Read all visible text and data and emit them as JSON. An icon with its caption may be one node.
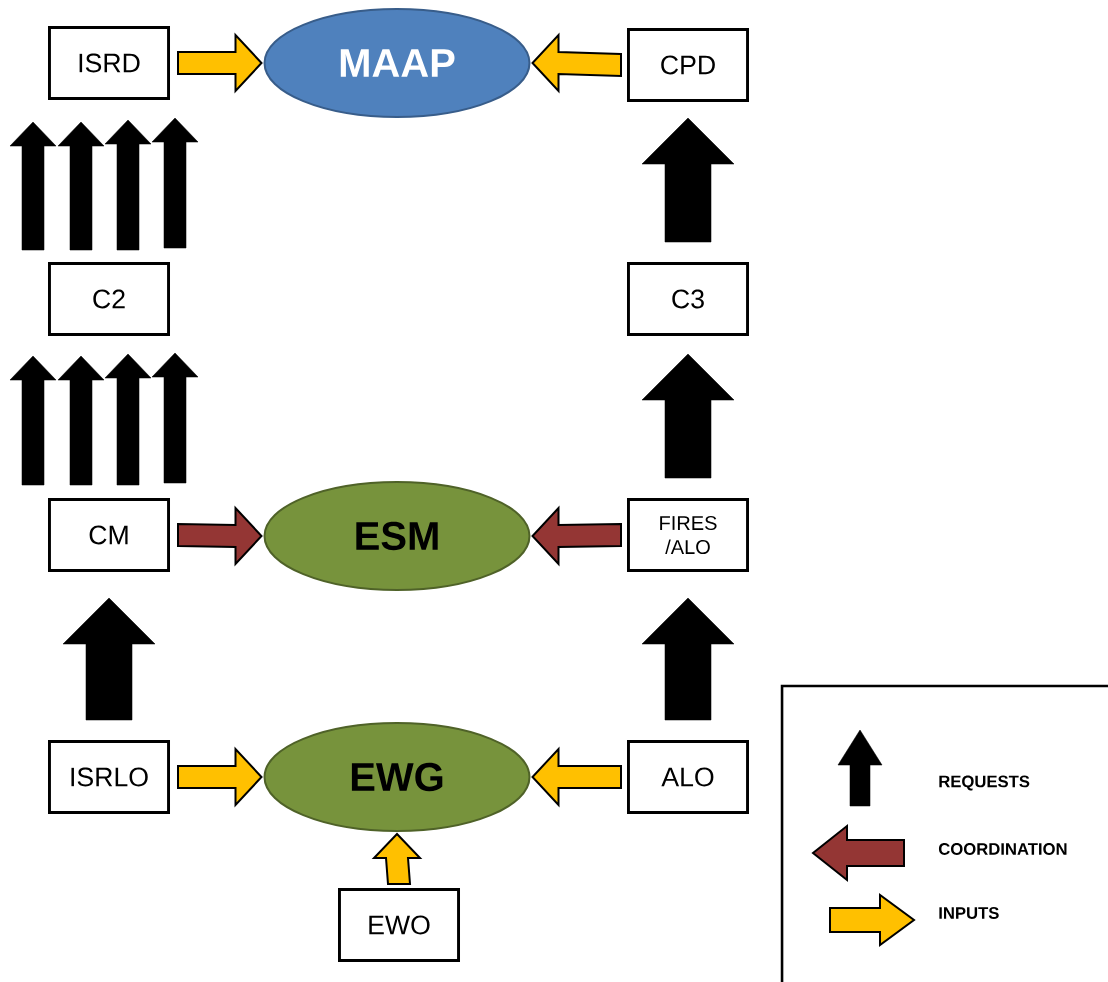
{
  "diagram": {
    "nodes": [
      {
        "text": [
          "ISRD"
        ]
      },
      {
        "text": [
          "MAAP"
        ]
      },
      {
        "text": [
          "CPD"
        ]
      },
      {
        "text": [
          "C2"
        ]
      },
      {
        "text": [
          "C3"
        ]
      },
      {
        "text": [
          "CM"
        ]
      },
      {
        "text": [
          "ESM"
        ]
      },
      {
        "text": [
          "FIRES /ALO"
        ]
      },
      {
        "text": [
          "ISRLO"
        ]
      },
      {
        "text": [
          "EWG"
        ]
      },
      {
        "text": [
          "ALO"
        ]
      },
      {
        "text": [
          "EWO"
        ]
      }
    ],
    "edges": [
      {
        "from": 0,
        "to": 1,
        "arrow": "to",
        "color": "#ffc000"
      },
      {
        "from": 2,
        "to": 1,
        "arrow": "to",
        "color": "#ffc000"
      },
      {
        "from": 3,
        "to": 0,
        "arrow": "to"
      },
      {
        "from": 3,
        "to": 0,
        "arrow": "to"
      },
      {
        "from": 3,
        "to": 0,
        "arrow": "to"
      },
      {
        "from": 3,
        "to": 0,
        "arrow": "to"
      },
      {
        "from": 4,
        "to": 2,
        "arrow": "to"
      },
      {
        "from": 5,
        "to": 3,
        "arrow": "to"
      },
      {
        "from": 5,
        "to": 3,
        "arrow": "to"
      },
      {
        "from": 5,
        "to": 3,
        "arrow": "to"
      },
      {
        "from": 5,
        "to": 3,
        "arrow": "to"
      },
      {
        "from": 7,
        "to": 4,
        "arrow": "to"
      },
      {
        "from": 5,
        "to": 6,
        "arrow": "to",
        "color": "#943634"
      },
      {
        "from": 7,
        "to": 6,
        "arrow": "to",
        "color": "#943634"
      },
      {
        "from": 8,
        "to": 5,
        "arrow": "to"
      },
      {
        "from": 10,
        "to": 7,
        "arrow": "to"
      },
      {
        "from": 8,
        "to": 9,
        "arrow": "to",
        "color": "#ffc000"
      },
      {
        "from": 10,
        "to": 9,
        "arrow": "to",
        "color": "#ffc000"
      },
      {
        "from": 11,
        "to": 9,
        "arrow": "to",
        "color": "#ffc000"
      }
    ],
    "legend": [
      {
        "text": "REQUESTS"
      },
      {
        "text": "COORDINATION"
      },
      {
        "text": "INPUTS"
      }
    ]
  }
}
